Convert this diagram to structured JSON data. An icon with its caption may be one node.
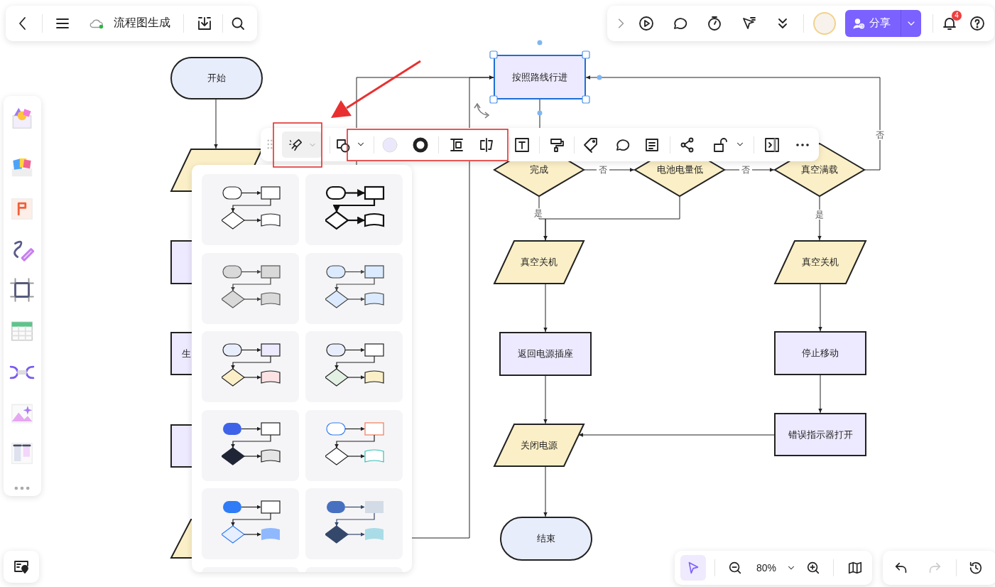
{
  "diagram": {
    "nodes": [
      {
        "text": [
          "开始"
        ]
      },
      {
        "text": [],
        "shape": "parallelogram"
      },
      {
        "text": [],
        "shape": "box"
      },
      {
        "text": [
          "生"
        ]
      },
      {
        "text": [],
        "shape": "box"
      },
      {
        "text": [],
        "shape": "parallelogram"
      },
      {
        "text": [
          "按照路线行进"
        ]
      },
      {
        "text": [
          "完成"
        ]
      },
      {
        "text": [
          "电池电量低"
        ]
      },
      {
        "text": [
          "真空满载"
        ]
      },
      {
        "text": [
          "真空关机"
        ]
      },
      {
        "text": [
          "真空关机"
        ]
      },
      {
        "text": [
          "返回电源插座"
        ]
      },
      {
        "text": [
          "停止移动"
        ]
      },
      {
        "text": [
          "错误指示器打开"
        ]
      },
      {
        "text": [
          "关闭电源"
        ]
      },
      {
        "text": [
          "结束"
        ]
      }
    ],
    "edges": [
      {
        "from": 0,
        "to": 1,
        "arrow": "to"
      },
      {
        "from": 5,
        "to": 6,
        "arrow": "to"
      },
      {
        "from": null,
        "to": 6,
        "arrow": "to"
      },
      {
        "from": 6,
        "to": 7,
        "arrow": "to"
      },
      {
        "from": 7,
        "to": 8,
        "arrow": "to",
        "label": "否"
      },
      {
        "from": 8,
        "to": 9,
        "arrow": "to",
        "label": "否"
      },
      {
        "from": 9,
        "to": 6,
        "arrow": "to",
        "label": "否"
      },
      {
        "from": 7,
        "to": 10,
        "arrow": "to",
        "label": "是"
      },
      {
        "from": 8,
        "to": 10,
        "arrow": "to"
      },
      {
        "from": 9,
        "to": 11,
        "arrow": "to",
        "label": "是"
      },
      {
        "from": 10,
        "to": 12,
        "arrow": "to"
      },
      {
        "from": 12,
        "to": 15,
        "arrow": "to"
      },
      {
        "from": 11,
        "to": 13,
        "arrow": "to"
      },
      {
        "from": 13,
        "to": 14,
        "arrow": "to"
      },
      {
        "from": 14,
        "to": 15,
        "arrow": "to"
      },
      {
        "from": 15,
        "to": 16,
        "arrow": "to"
      }
    ],
    "labels": [
      "流程图生成",
      "分享",
      "4",
      "80%"
    ]
  }
}
